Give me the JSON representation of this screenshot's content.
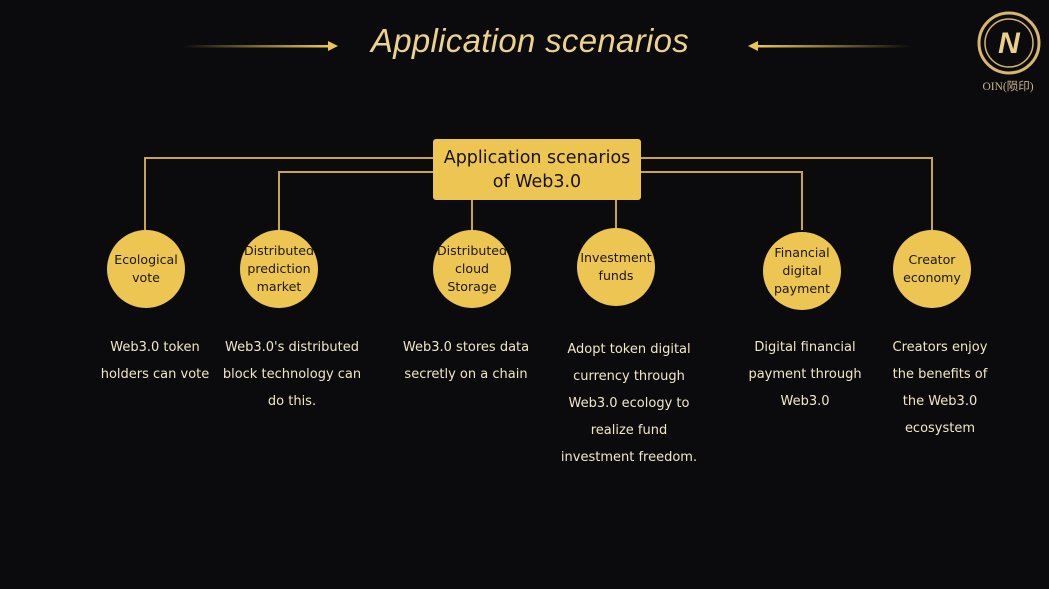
{
  "header": {
    "title": "Application scenarios",
    "logo_text": "OIN(陨印)",
    "logo_letter": "N"
  },
  "diagram": {
    "root": "Application scenarios of Web3.0",
    "scenarios": [
      {
        "label": "Ecological vote",
        "description": "Web3.0 token holders can vote"
      },
      {
        "label": "Distributed prediction market",
        "description": "Web3.0's distributed block technology can do this."
      },
      {
        "label": "Distributed cloud Storage",
        "description": "Web3.0 stores data secretly on a chain"
      },
      {
        "label": "Investment funds",
        "description": "Adopt token digital currency through Web3.0 ecology to realize fund investment freedom."
      },
      {
        "label": "Financial digital payment",
        "description": "Digital financial payment through Web3.0"
      },
      {
        "label": "Creator economy",
        "description": "Creators enjoy the benefits of the Web3.0 ecosystem"
      }
    ]
  },
  "colors": {
    "background": "#0b0b0d",
    "accent_gold": "#ecc552",
    "title_gold": "#ecd28a",
    "text_light": "#f2e7c5"
  }
}
